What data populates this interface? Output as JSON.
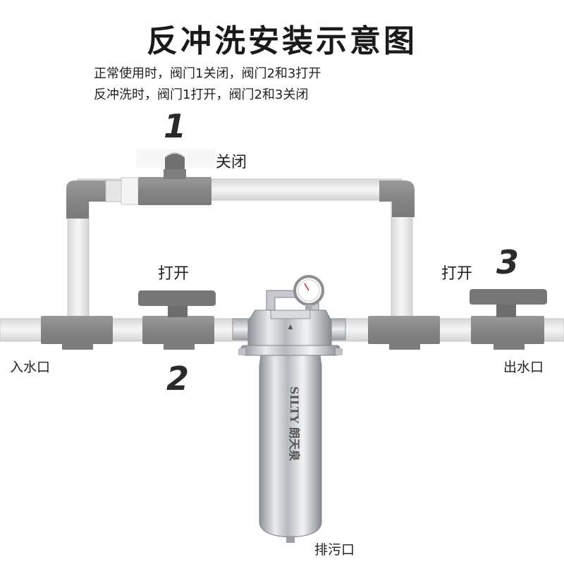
{
  "title": "反冲洗安装示意图",
  "notes": {
    "normal": "正常使用时，阀门1关闭，阀门2和3打开",
    "backwash": "反冲洗时，阀门1打开，阀门2和3关闭"
  },
  "valves": {
    "v1": {
      "number": "1",
      "state": "关闭"
    },
    "v2": {
      "number": "2",
      "state": "打开"
    },
    "v3": {
      "number": "3",
      "state": "打开"
    }
  },
  "ports": {
    "inlet": "入水口",
    "outlet": "出水口",
    "drain": "排污口"
  },
  "filter": {
    "brand": "SILTY 朗天泉"
  },
  "colors": {
    "pipe": "#e9e9e9",
    "fitting": "#8c8c8c",
    "steel": "#c9ccd0"
  }
}
